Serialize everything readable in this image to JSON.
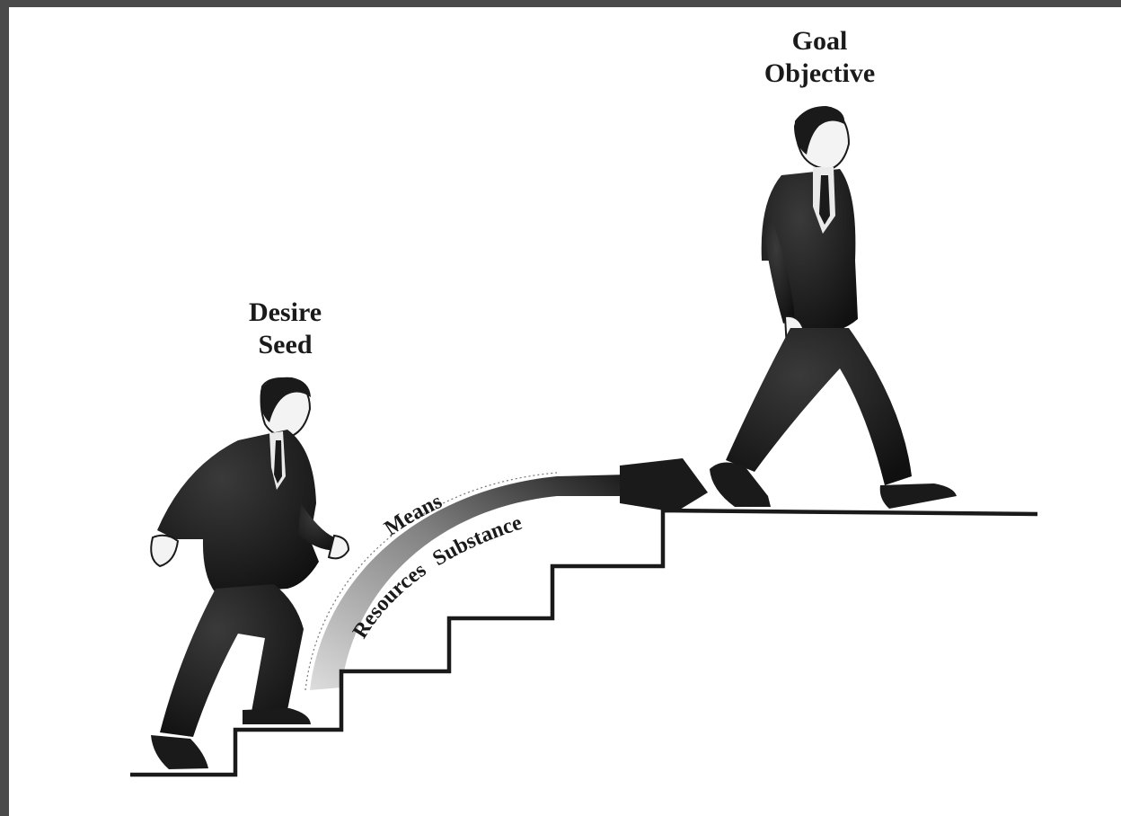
{
  "labels": {
    "start_line1": "Desire",
    "start_line2": "Seed",
    "end_line1": "Goal",
    "end_line2": "Objective"
  },
  "arc_text": {
    "upper": "Means",
    "lower_left": "Resources",
    "lower_right": "Substance"
  },
  "colors": {
    "ink": "#1a1a1a",
    "frame": "#4a4a4a",
    "paper": "#ffffff"
  }
}
